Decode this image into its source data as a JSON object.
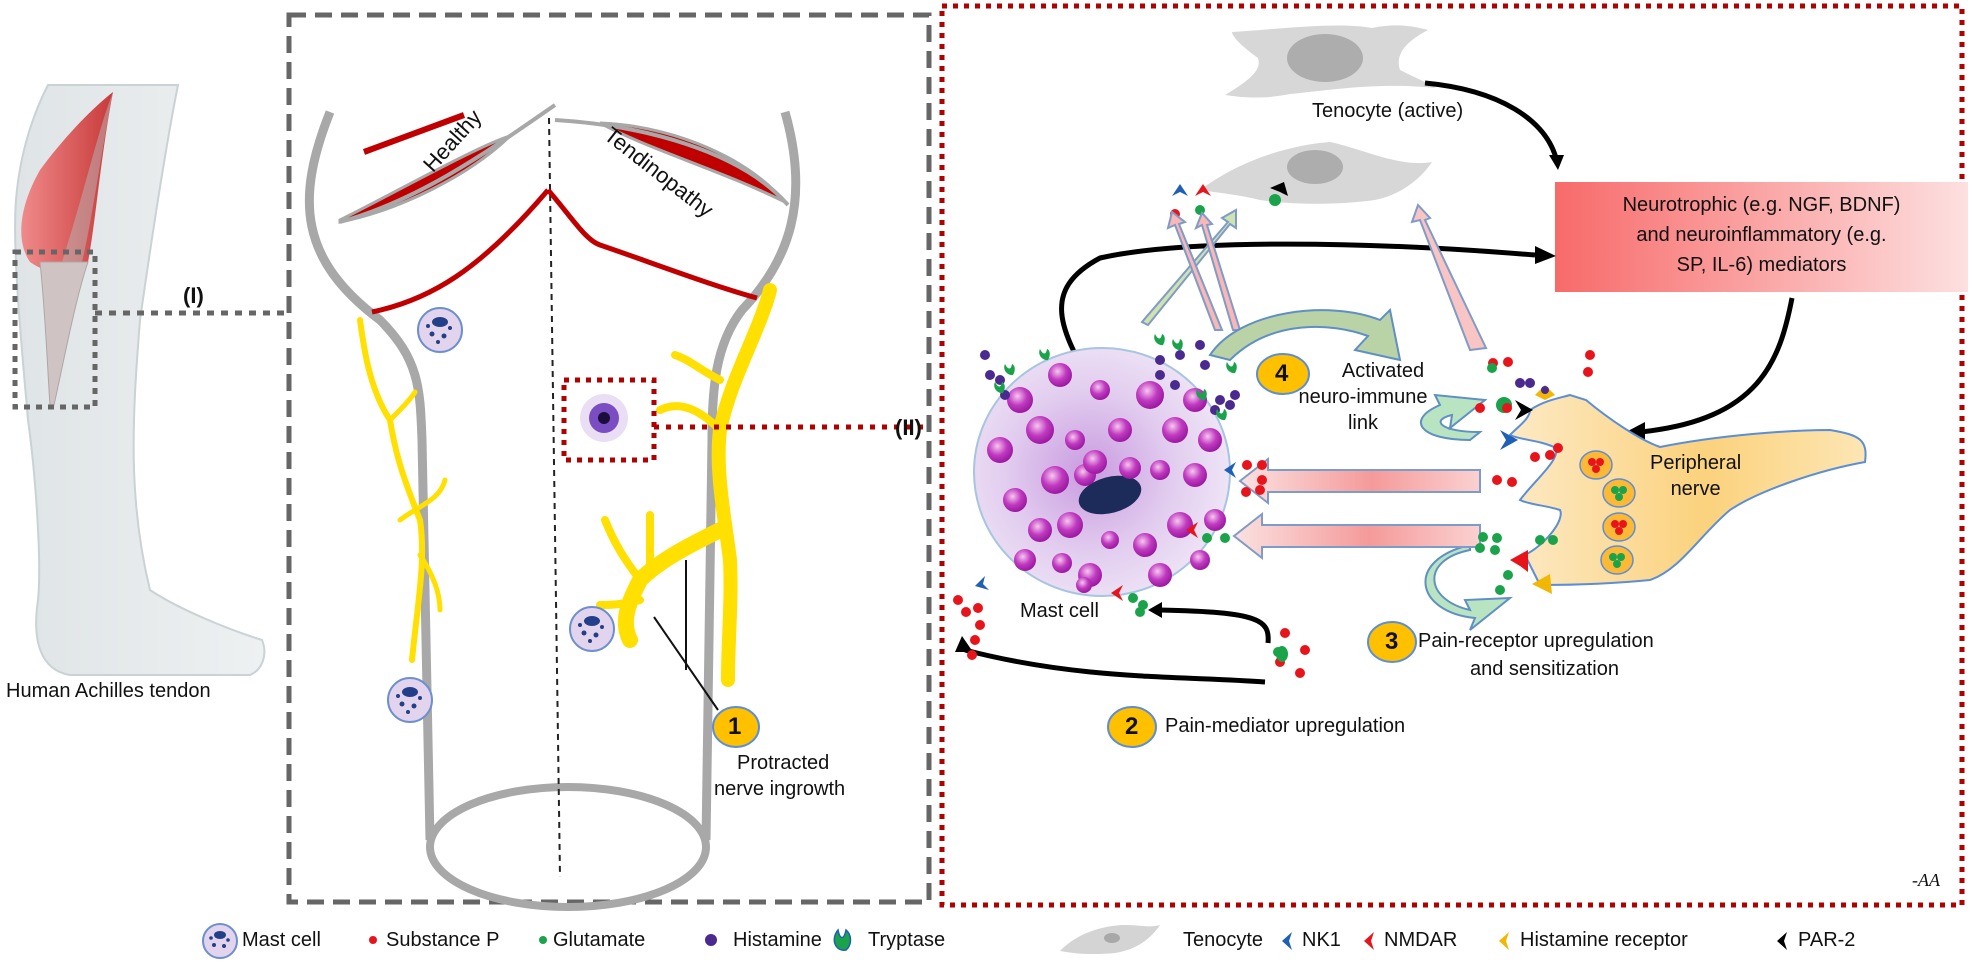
{
  "leg_panel": {
    "caption": "Human Achilles tendon",
    "link_label": "(I)"
  },
  "tendon_panel": {
    "healthy_label": "Healthy",
    "tendinopathy_label": "Tendinopathy",
    "link_label": "(II)",
    "step1_number": "1",
    "step1_line1": "Protracted",
    "step1_line2": "nerve ingrowth"
  },
  "mechanism_panel": {
    "tenocyte_label": "Tenocyte (active)",
    "mediator_box_line1": "Neurotrophic (e.g. NGF, BDNF)",
    "mediator_box_line2": "and neuroinflammatory (e.g.",
    "mediator_box_line3": "SP, IL-6) mediators",
    "mast_cell_label": "Mast cell",
    "nerve_label_line1": "Peripheral",
    "nerve_label_line2": "nerve",
    "step4_number": "4",
    "step4_line1": "Activated",
    "step4_line2": "neuro-immune",
    "step4_line3": "link",
    "step3_number": "3",
    "step3_line1": "Pain-receptor upregulation",
    "step3_line2": "and sensitization",
    "step2_number": "2",
    "step2_text": "Pain-mediator upregulation",
    "signature": "-AA"
  },
  "legend": [
    {
      "icon": "mast-cell-icon",
      "label": "Mast cell"
    },
    {
      "icon": "red-dot-icon",
      "label": "Substance P",
      "color": "#e8141c"
    },
    {
      "icon": "green-dot-icon",
      "label": "Glutamate",
      "color": "#1aa34a"
    },
    {
      "icon": "purple-dot-icon",
      "label": "Histamine",
      "color": "#4b2a8f"
    },
    {
      "icon": "tryptase-icon",
      "label": "Tryptase",
      "color": "#1aa34a"
    },
    {
      "icon": "tenocyte-icon",
      "label": "Tenocyte"
    },
    {
      "icon": "nk1-receptor-icon",
      "label": "NK1",
      "color": "#1f5fb5"
    },
    {
      "icon": "nmdar-receptor-icon",
      "label": "NMDAR",
      "color": "#e8141c"
    },
    {
      "icon": "histamine-receptor-icon",
      "label": "Histamine receptor",
      "color": "#f2b705"
    },
    {
      "icon": "par2-receptor-icon",
      "label": "PAR-2",
      "color": "#000000"
    }
  ],
  "colors": {
    "muscle_red": "#c00000",
    "nerve_yellow": "#ffee00",
    "badge_yellow": "#ffc000",
    "frame_red": "#b00000",
    "frame_gray": "#666666",
    "mediator_box": "#f77a7a"
  }
}
